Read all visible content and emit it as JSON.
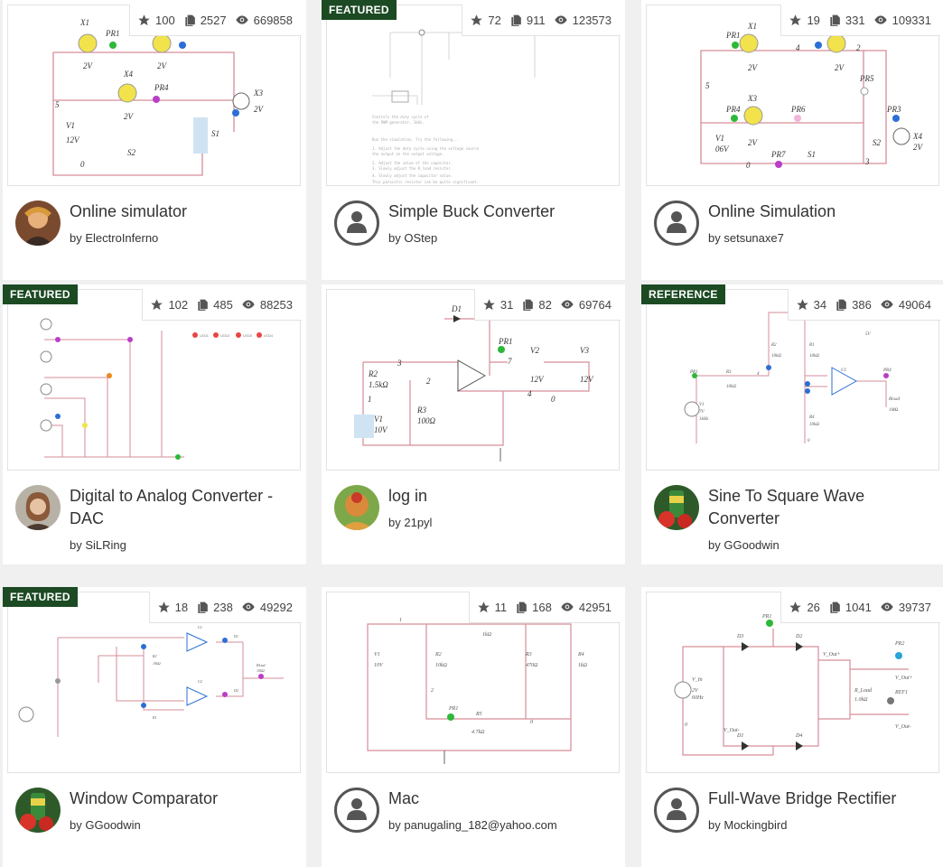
{
  "cards": [
    {
      "title": "Online simulator",
      "author": "ElectroInferno",
      "stars": "100",
      "copies": "2527",
      "views": "669858",
      "badge": "",
      "avatar": "photo-warrior"
    },
    {
      "title": "Simple Buck Converter",
      "author": "OStep",
      "stars": "72",
      "copies": "911",
      "views": "123573",
      "badge": "FEATURED",
      "avatar": "default"
    },
    {
      "title": "Online Simulation",
      "author": "setsunaxe7",
      "stars": "19",
      "copies": "331",
      "views": "109331",
      "badge": "",
      "avatar": "default"
    },
    {
      "title": "Digital to Analog Converter - DAC",
      "author": "SiLRing",
      "stars": "102",
      "copies": "485",
      "views": "88253",
      "badge": "FEATURED",
      "avatar": "photo-woman"
    },
    {
      "title": "log in",
      "author": "21pyl",
      "stars": "31",
      "copies": "82",
      "views": "69764",
      "badge": "",
      "avatar": "photo-ganesha"
    },
    {
      "title": "Sine To Square Wave Converter",
      "author": "GGoodwin",
      "stars": "34",
      "copies": "386",
      "views": "49064",
      "badge": "REFERENCE",
      "avatar": "photo-can"
    },
    {
      "title": "Window Comparator",
      "author": "GGoodwin",
      "stars": "18",
      "copies": "238",
      "views": "49292",
      "badge": "FEATURED",
      "avatar": "photo-can"
    },
    {
      "title": "Mac",
      "author": "panugaling_182@yahoo.com",
      "stars": "11",
      "copies": "168",
      "views": "42951",
      "badge": "",
      "avatar": "default"
    },
    {
      "title": "Full-Wave Bridge Rectifier",
      "author": "Mockingbird",
      "stars": "26",
      "copies": "1041",
      "views": "39737",
      "badge": "",
      "avatar": "default"
    }
  ],
  "by_label": "by",
  "colors": {
    "badge": "#1c4a23",
    "wire": "#d68d98",
    "probe_green": "#2db83a",
    "probe_purple": "#b93ec8",
    "probe_blue": "#2b6fd6"
  }
}
